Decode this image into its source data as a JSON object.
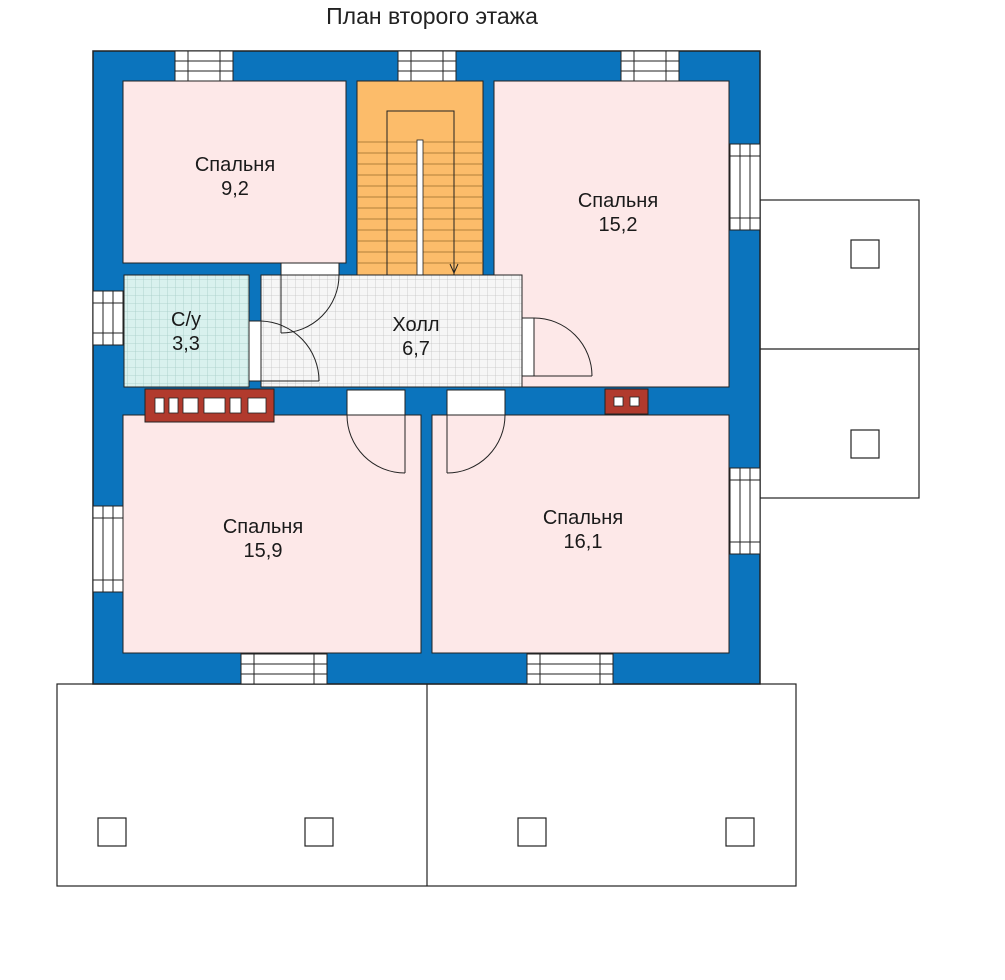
{
  "title": "План второго этажа",
  "colors": {
    "wall": "#0b74bd",
    "bedroom": "#fde8e8",
    "bathroom": "#d9f1ee",
    "hall": "#f4f4f4",
    "stairs": "#fcbc6a",
    "chimney": "#b13a2d",
    "outline": "#222222"
  },
  "rooms": {
    "bedroom_1": {
      "name": "Спальня",
      "area": "9,2"
    },
    "stairs": {
      "name": ""
    },
    "bedroom_2": {
      "name": "Спальня",
      "area": "15,2"
    },
    "bathroom": {
      "name": "С/у",
      "area": "3,3"
    },
    "hall": {
      "name": "Холл",
      "area": "6,7"
    },
    "bedroom_3": {
      "name": "Спальня",
      "area": "15,9"
    },
    "bedroom_4": {
      "name": "Спальня",
      "area": "16,1"
    }
  }
}
